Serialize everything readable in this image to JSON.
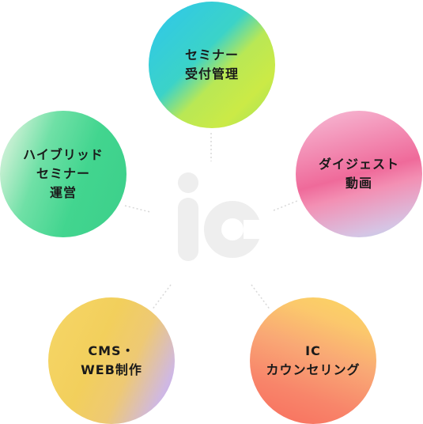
{
  "logo": {
    "text": "ic",
    "color": "#eeeeee"
  },
  "nodes": {
    "seminar": {
      "line1": "セミナー",
      "line2": "受付管理"
    },
    "digest": {
      "line1": "ダイジェスト",
      "line2": "動画"
    },
    "hybrid": {
      "line1": "ハイブリッド",
      "line2": "セミナー",
      "line3": "運営"
    },
    "cms": {
      "line1": "CMS・",
      "line2": "WEB制作"
    },
    "ic": {
      "line1": "IC",
      "line2": "カウンセリング"
    }
  },
  "connector_color": "#d8d8d8"
}
